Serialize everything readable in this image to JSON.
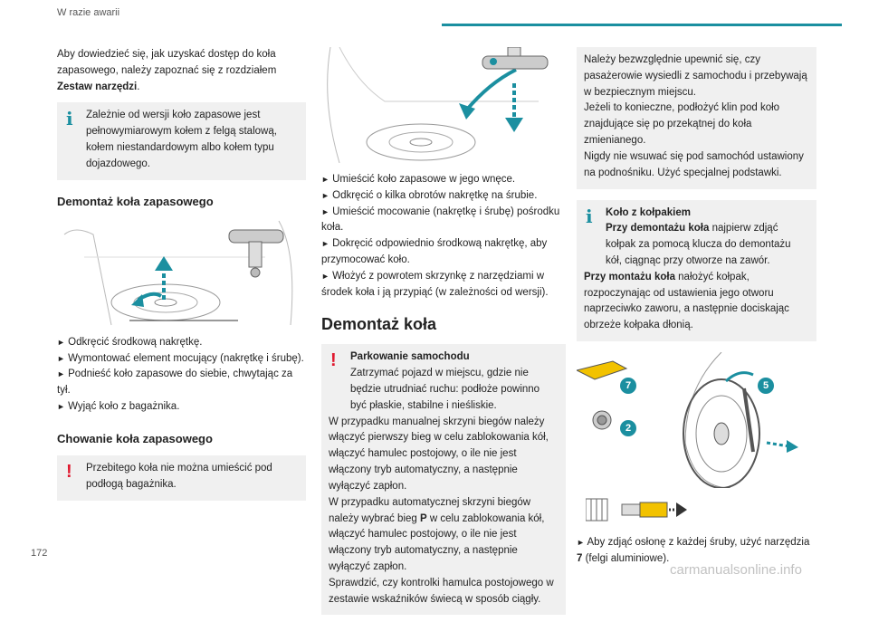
{
  "header": {
    "section": "W razie awarii"
  },
  "page_number": "172",
  "watermark": "carmanualsonline.info",
  "col1": {
    "intro_a": "Aby dowiedzieć się, jak uzyskać dostęp do koła zapasowego, należy zapoznać się z rozdziałem ",
    "intro_bold": "Zestaw narzędzi",
    "intro_end": ".",
    "info_box": "Zależnie od wersji koło zapasowe jest pełnowymiarowym kołem z felgą stalową, kołem niestandardowym albo kołem typu dojazdowego.",
    "heading_remove": "Demontaż koła zapasowego",
    "steps_remove": [
      "Odkręcić środkową nakrętkę.",
      "Wymontować element mocujący (nakrętkę i śrubę).",
      "Podnieść koło zapasowe do siebie, chwytając za tył.",
      "Wyjąć koło z bagażnika."
    ],
    "heading_store": "Chowanie koła zapasowego",
    "warn_box": "Przebitego koła nie można umieścić pod podłogą bagażnika."
  },
  "col2": {
    "steps_store": [
      "Umieścić koło zapasowe w jego wnęce.",
      "Odkręcić o kilka obrotów nakrętkę na śrubie.",
      "Umieścić mocowanie (nakrętkę i śrubę) pośrodku koła.",
      "Dokręcić odpowiednio środkową nakrętkę, aby przymocować koło.",
      "Włożyć z powrotem skrzynkę z narzędziami w środek koła i ją przypiąć (w zależności od wersji)."
    ],
    "heading_main": "Demontaż koła",
    "warn_title": "Parkowanie samochodu",
    "warn_text": "Zatrzymać pojazd w miejscu, gdzie nie będzie utrudniać ruchu: podłoże powinno być płaskie, stabilne i nieśliskie.",
    "warn_manual": "W przypadku manualnej skrzyni biegów należy włączyć pierwszy bieg w celu zablokowania kół, włączyć hamulec postojowy, o ile nie jest włączony tryb automatyczny, a następnie wyłączyć zapłon.",
    "warn_auto_a": "W przypadku automatycznej skrzyni biegów należy wybrać bieg ",
    "warn_auto_p": "P",
    "warn_auto_b": " w celu zablokowania kół, włączyć hamulec postojowy, o ile nie jest włączony tryb automatyczny, a następnie wyłączyć zapłon.",
    "warn_check": "Sprawdzić, czy kontrolki hamulca postojowego w zestawie wskaźników świecą w sposób ciągły."
  },
  "col3": {
    "box1_a": "Należy bezwzględnie upewnić się, czy pasażerowie wysiedli z samochodu i przebywają w bezpiecznym miejscu.",
    "box1_b": "Jeżeli to konieczne, podłożyć klin pod koło znajdujące się po przekątnej do koła zmienianego.",
    "box1_c": "Nigdy nie wsuwać się pod samochód ustawiony na podnośniku. Użyć specjalnej podstawki.",
    "info_title": "Koło z kołpakiem",
    "info_bold1": "Przy demontażu koła",
    "info_text1": " najpierw zdjąć kołpak za pomocą klucza do demontażu kół, ciągnąc przy otworze na zawór.",
    "info_bold2": "Przy montażu koła",
    "info_text2": " nałożyć kołpak, rozpoczynając od ustawienia jego otworu naprzeciwko zaworu, a następnie dociskając obrzeże kołpaka dłonią.",
    "badges": [
      "7",
      "5",
      "2"
    ],
    "step_a": "Aby zdjąć osłonę z każdej śruby, użyć narzędzia ",
    "step_bold": "7",
    "step_b": " (felgi aluminiowe)."
  },
  "bullet_symbol": "►",
  "colors": {
    "accent": "#1b8fa0",
    "warning": "#e0192f",
    "box": "#f0f0f0"
  }
}
